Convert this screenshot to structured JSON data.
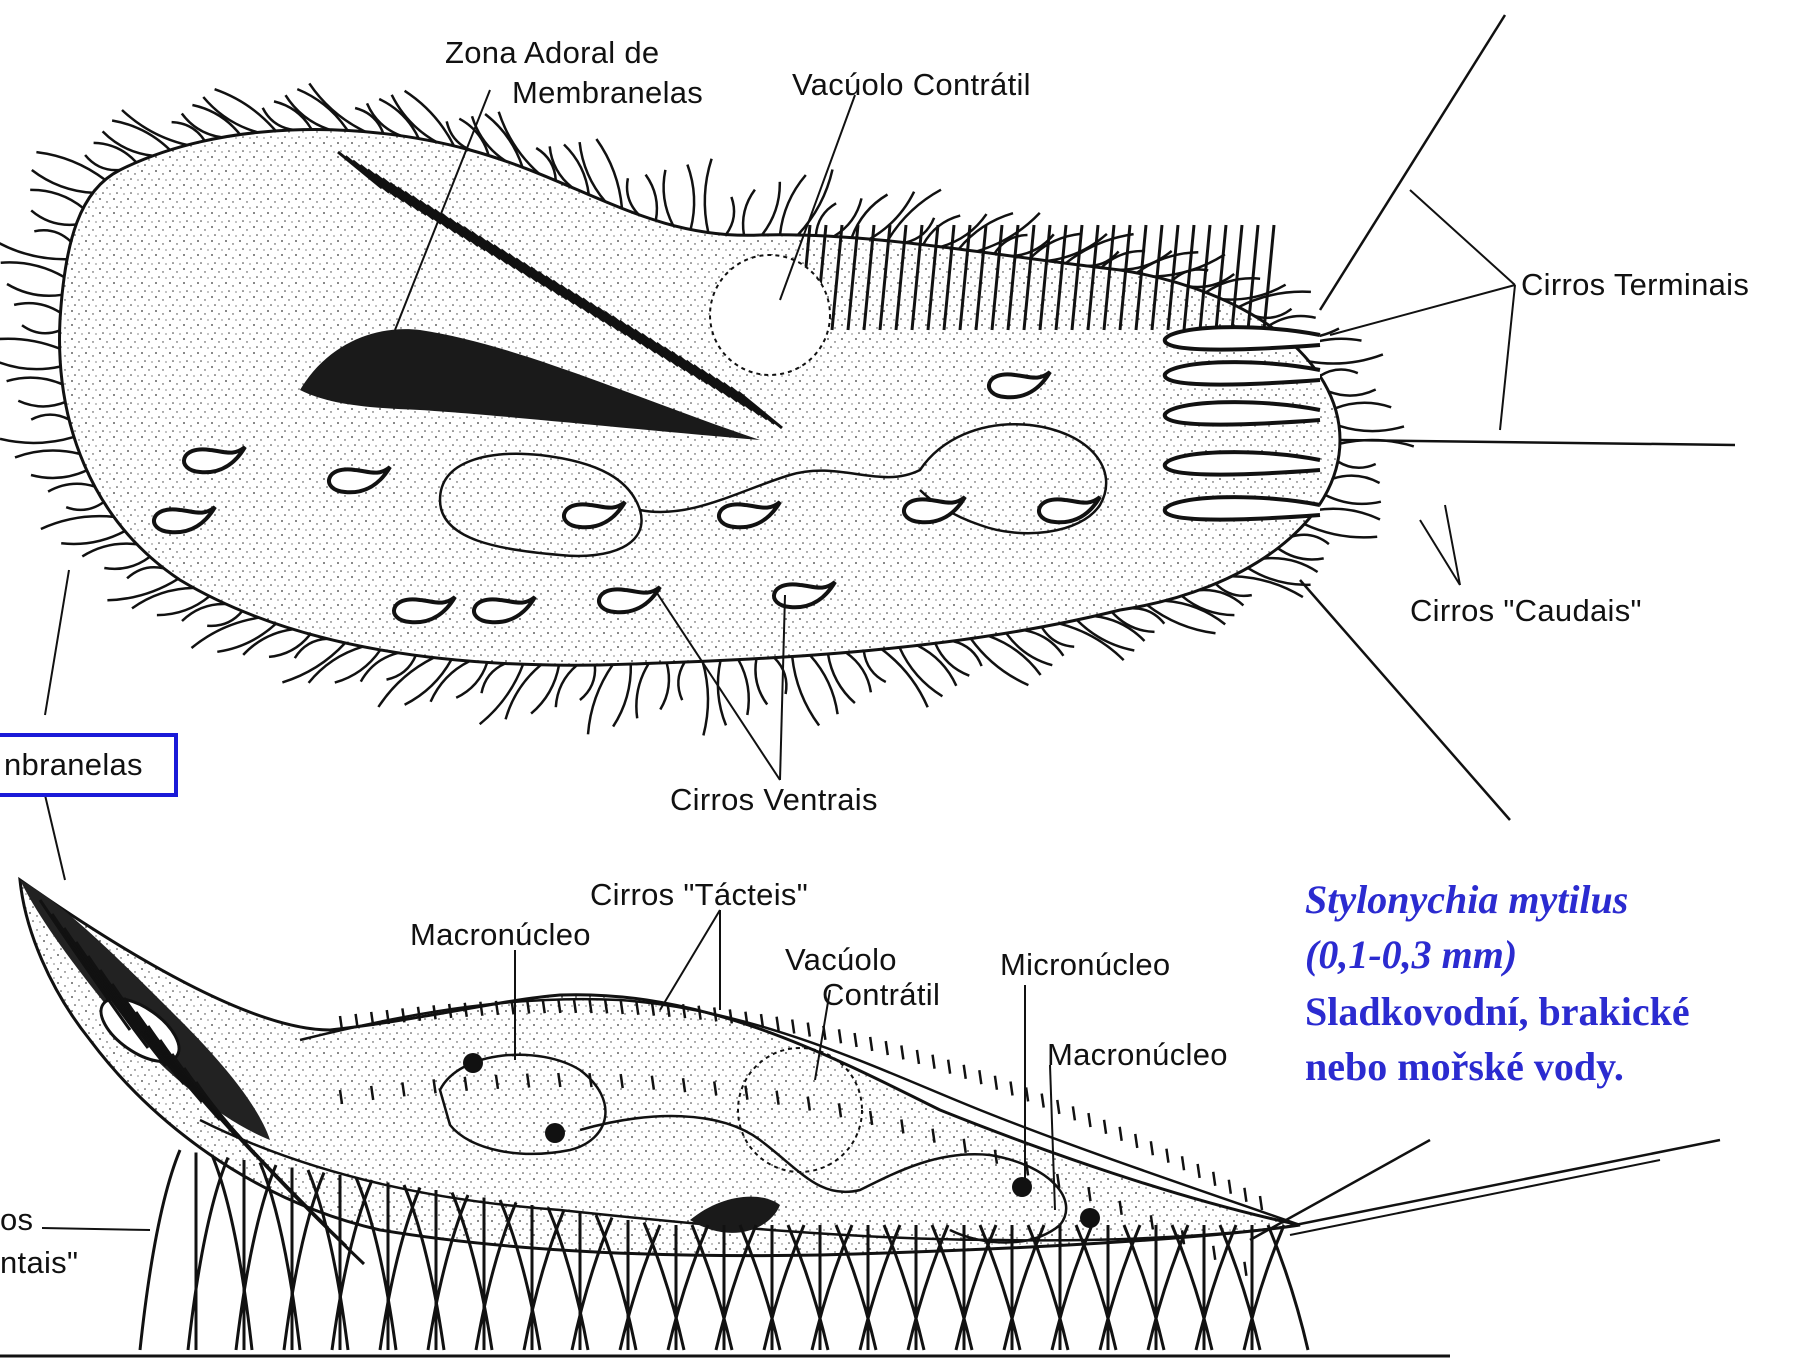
{
  "labels": {
    "zona_adoral_1": "Zona Adoral de",
    "zona_adoral_2": "Membranelas",
    "vacuolo_contratil_top": "Vacúolo Contrátil",
    "cirros_terminais": "Cirros Terminais",
    "cirros_caudais": "Cirros \"Caudais\"",
    "cirros_ventrais": "Cirros Ventrais",
    "membranelas_box": "nbranelas",
    "cirros_tacteis": "Cirros \"Tácteis\"",
    "macronucleo_left": "Macronúcleo",
    "vacuolo_1": "Vacúolo",
    "vacuolo_2": "Contrátil",
    "micronucleo": "Micronúcleo",
    "macronucleo_right": "Macronúcleo",
    "cut_left_1": "os",
    "cut_left_2": "ntais\""
  },
  "caption": {
    "species": "Stylonychia mytilus",
    "size": "(0,1-0,3 mm)",
    "habitat_1": "Sladkovodní, brakické",
    "habitat_2": "nebo mořské vody."
  },
  "colors": {
    "caption": "#2b2bd0",
    "box_border": "#1a1ad8",
    "ink": "#111111"
  }
}
